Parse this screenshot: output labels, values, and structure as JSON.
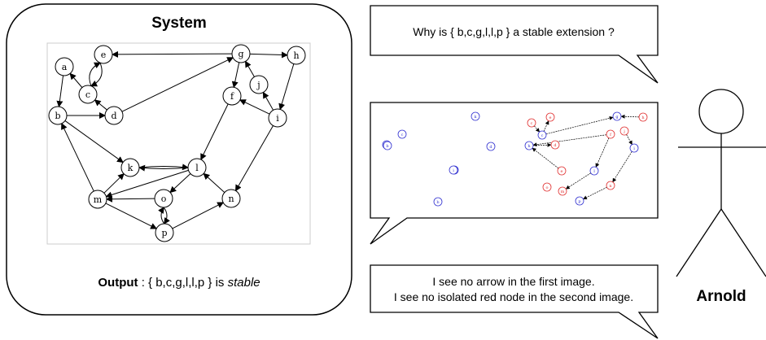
{
  "system": {
    "title": "System",
    "output_label": "Output",
    "output_rest": " : { b,c,g,l,l,p } is ",
    "output_emph": "stable"
  },
  "graph": {
    "nodes": [
      {
        "id": "a",
        "label": "a"
      },
      {
        "id": "b",
        "label": "b"
      },
      {
        "id": "c",
        "label": "c"
      },
      {
        "id": "d",
        "label": "d"
      },
      {
        "id": "e",
        "label": "e"
      },
      {
        "id": "f",
        "label": "f"
      },
      {
        "id": "g",
        "label": "g"
      },
      {
        "id": "h",
        "label": "h"
      },
      {
        "id": "i",
        "label": "i"
      },
      {
        "id": "j",
        "label": "j"
      },
      {
        "id": "k",
        "label": "k"
      },
      {
        "id": "l",
        "label": "l"
      },
      {
        "id": "m",
        "label": "m"
      },
      {
        "id": "n",
        "label": "n"
      },
      {
        "id": "o",
        "label": "o"
      },
      {
        "id": "p",
        "label": "p"
      }
    ],
    "edges": [
      [
        "a",
        "b"
      ],
      [
        "b",
        "d"
      ],
      [
        "b",
        "k"
      ],
      [
        "c",
        "a"
      ],
      [
        "c",
        "e"
      ],
      [
        "e",
        "c"
      ],
      [
        "d",
        "c"
      ],
      [
        "d",
        "g"
      ],
      [
        "g",
        "e"
      ],
      [
        "g",
        "h"
      ],
      [
        "g",
        "f"
      ],
      [
        "j",
        "g"
      ],
      [
        "h",
        "i"
      ],
      [
        "i",
        "j"
      ],
      [
        "f",
        "l"
      ],
      [
        "i",
        "f"
      ],
      [
        "i",
        "n"
      ],
      [
        "k",
        "l"
      ],
      [
        "l",
        "k"
      ],
      [
        "m",
        "b"
      ],
      [
        "m",
        "k"
      ],
      [
        "m",
        "p"
      ],
      [
        "l",
        "m"
      ],
      [
        "l",
        "o"
      ],
      [
        "o",
        "m"
      ],
      [
        "o",
        "p"
      ],
      [
        "p",
        "o"
      ],
      [
        "p",
        "n"
      ],
      [
        "n",
        "l"
      ]
    ]
  },
  "scatter": {
    "nodes": [
      {
        "label": "a",
        "color": "blue"
      },
      {
        "label": "c",
        "color": "blue"
      },
      {
        "label": "b",
        "color": "blue"
      },
      {
        "label": "d",
        "color": "blue"
      },
      {
        "label": "k",
        "color": "blue"
      },
      {
        "label": "b",
        "color": "blue"
      },
      {
        "label": "i",
        "color": "blue"
      },
      {
        "label": "b",
        "color": "blue"
      },
      {
        "label": "c",
        "color": "red"
      },
      {
        "label": "e",
        "color": "red"
      },
      {
        "label": "c",
        "color": "blue"
      },
      {
        "label": "g",
        "color": "blue"
      },
      {
        "label": "h",
        "color": "red"
      },
      {
        "label": "f",
        "color": "red"
      },
      {
        "label": "j",
        "color": "red"
      },
      {
        "label": "i",
        "color": "blue"
      },
      {
        "label": "h",
        "color": "blue"
      },
      {
        "label": "d",
        "color": "red"
      },
      {
        "label": "e",
        "color": "red"
      },
      {
        "label": "l",
        "color": "blue"
      },
      {
        "label": "o",
        "color": "red"
      },
      {
        "label": "n",
        "color": "red"
      },
      {
        "label": "m",
        "color": "red"
      },
      {
        "label": "p",
        "color": "blue"
      }
    ]
  },
  "bubbles": {
    "question": "Why is { b,c,g,l,l,p } a stable extension ?",
    "answer_line1": "I see no arrow in the first image.",
    "answer_line2": "I see no isolated red node in the second image."
  },
  "person": {
    "name": "Arnold"
  },
  "colors": {
    "red_node": "#e03030",
    "blue_node": "#3030d0",
    "stroke": "#000000"
  }
}
